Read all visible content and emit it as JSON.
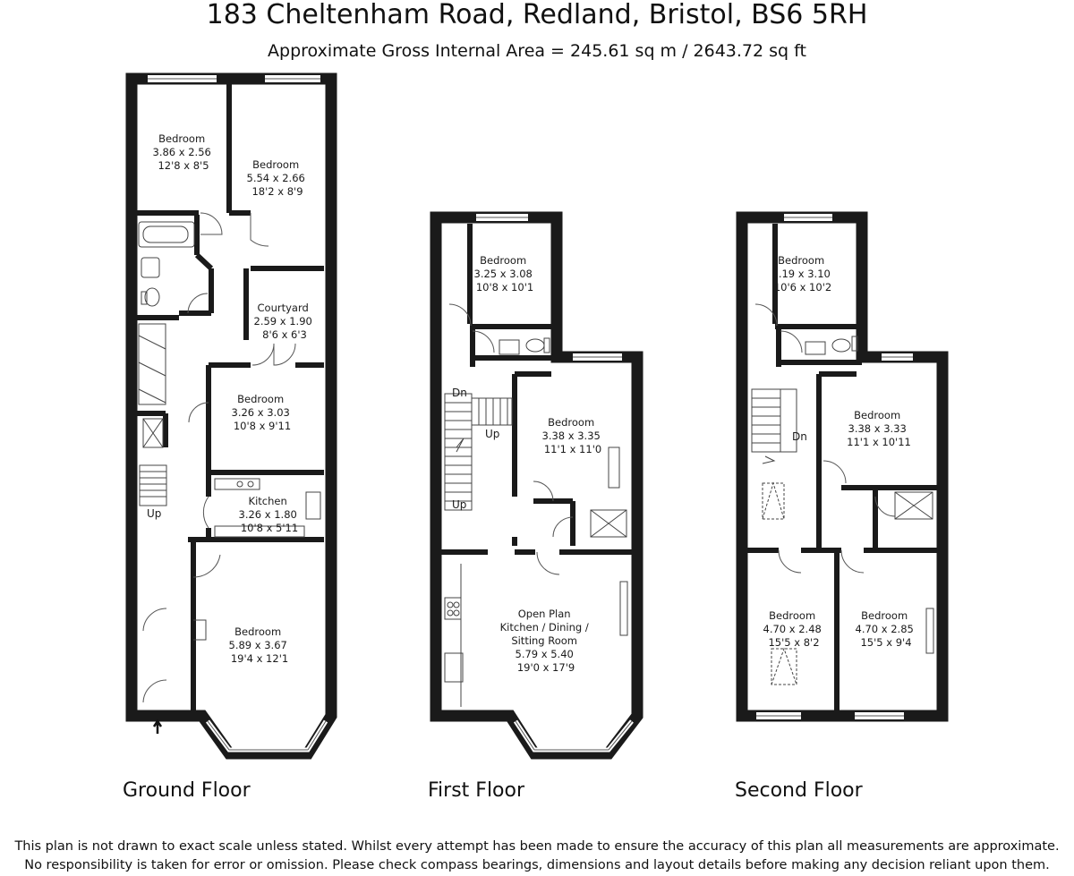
{
  "header": {
    "title": "183 Cheltenham Road, Redland, Bristol, BS6 5RH",
    "area": "Approximate Gross Internal Area = 245.61 sq m / 2643.72 sq ft"
  },
  "floors": {
    "ground": {
      "label": "Ground Floor",
      "rooms": {
        "bedroom_a": [
          "Bedroom",
          "3.86 x 2.56",
          "12'8 x 8'5"
        ],
        "bedroom_b": [
          "Bedroom",
          "5.54 x 2.66",
          "18'2 x 8'9"
        ],
        "courtyard": [
          "Courtyard",
          "2.59 x 1.90",
          "8'6 x 6'3"
        ],
        "bedroom_c": [
          "Bedroom",
          "3.26 x 3.03",
          "10'8 x 9'11"
        ],
        "kitchen": [
          "Kitchen",
          "3.26 x 1.80",
          "10'8 x 5'11"
        ],
        "bedroom_d": [
          "Bedroom",
          "5.89 x 3.67",
          "19'4 x 12'1"
        ]
      },
      "stairs": {
        "up": "Up"
      }
    },
    "first": {
      "label": "First Floor",
      "rooms": {
        "bedroom_a": [
          "Bedroom",
          "3.25 x 3.08",
          "10'8 x 10'1"
        ],
        "bedroom_b": [
          "Bedroom",
          "3.38 x 3.35",
          "11'1 x 11'0"
        ],
        "open_plan": [
          "Open Plan",
          "Kitchen / Dining /",
          "Sitting Room",
          "5.79 x 5.40",
          "19'0 x 17'9"
        ]
      },
      "stairs": {
        "dn": "Dn",
        "up1": "Up",
        "up2": "Up"
      }
    },
    "second": {
      "label": "Second Floor",
      "rooms": {
        "bedroom_a": [
          "Bedroom",
          "3.19 x 3.10",
          "10'6 x 10'2"
        ],
        "bedroom_b": [
          "Bedroom",
          "3.38 x 3.33",
          "11'1 x 10'11"
        ],
        "bedroom_c": [
          "Bedroom",
          "4.70 x 2.48",
          "15'5 x 8'2"
        ],
        "bedroom_d": [
          "Bedroom",
          "4.70 x 2.85",
          "15'5 x 9'4"
        ]
      },
      "stairs": {
        "dn": "Dn"
      }
    }
  },
  "footer": {
    "line1": "This plan is not drawn to exact scale unless stated.  Whilst every attempt has been made to ensure the accuracy of this plan all measurements are approximate.",
    "line2": "No responsibility is taken for error or omission.  Please check compass bearings, dimensions and layout details before making any decision reliant upon them."
  },
  "colors": {
    "wall": "#1a1a1a",
    "line": "#444444",
    "background": "#ffffff"
  }
}
